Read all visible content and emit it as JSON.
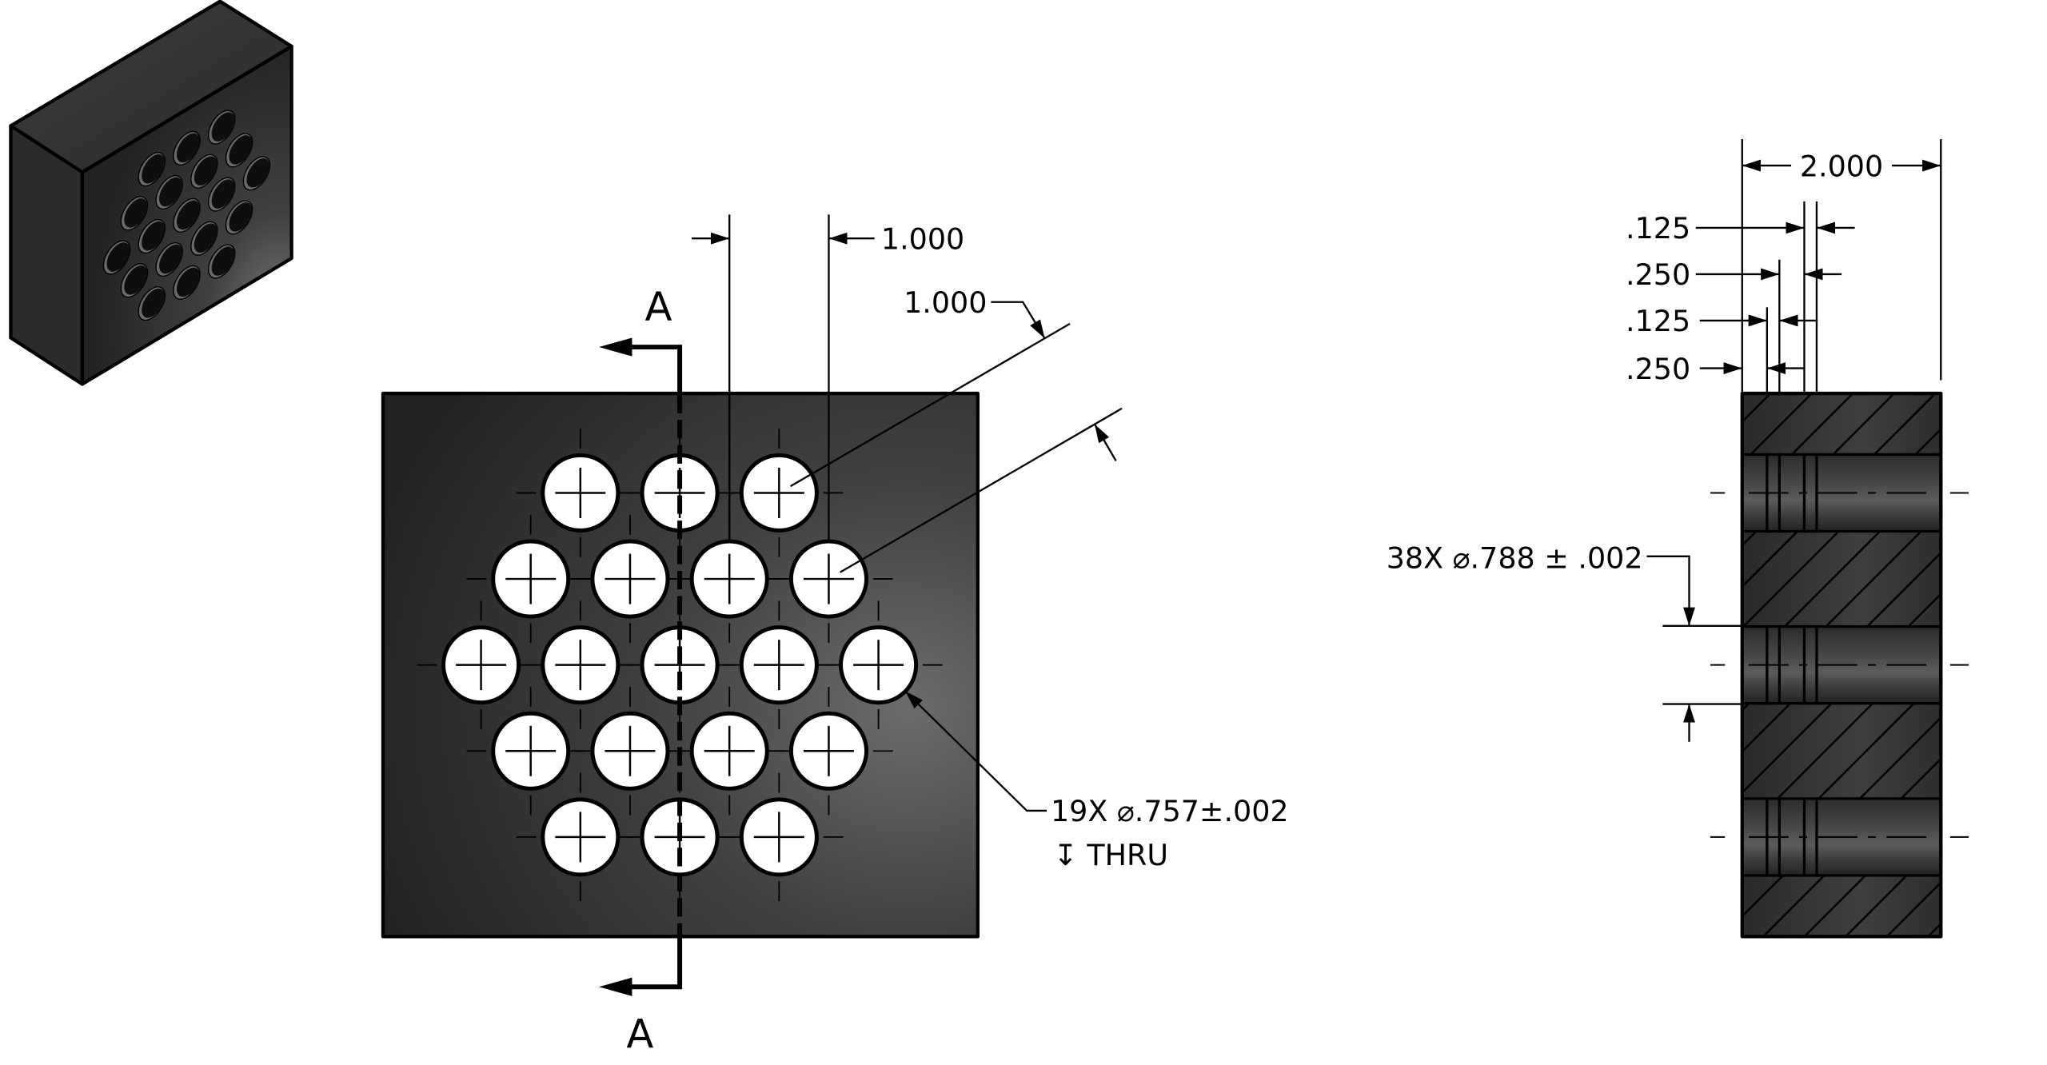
{
  "drawing": {
    "front_view": {
      "section_label_top": "A",
      "section_label_bottom": "A",
      "hole_spacing_dim": "1.000",
      "row_spacing_dim": "1.000",
      "hole_callout": {
        "line1": "19X ⌀.757±.002",
        "line2": "↧ THRU"
      }
    },
    "section_view": {
      "overall_dim": "2.000",
      "groove_dims": [
        ".125",
        ".250",
        ".125",
        ".250"
      ],
      "groove_callout": "38X ⌀.788 ± .002"
    }
  },
  "colors": {
    "part_shadow": "#232323",
    "part_mid": "#404040",
    "part_highlight": "#6c6c6c",
    "hole_fill": "#ffffff",
    "linework": "#000000"
  }
}
